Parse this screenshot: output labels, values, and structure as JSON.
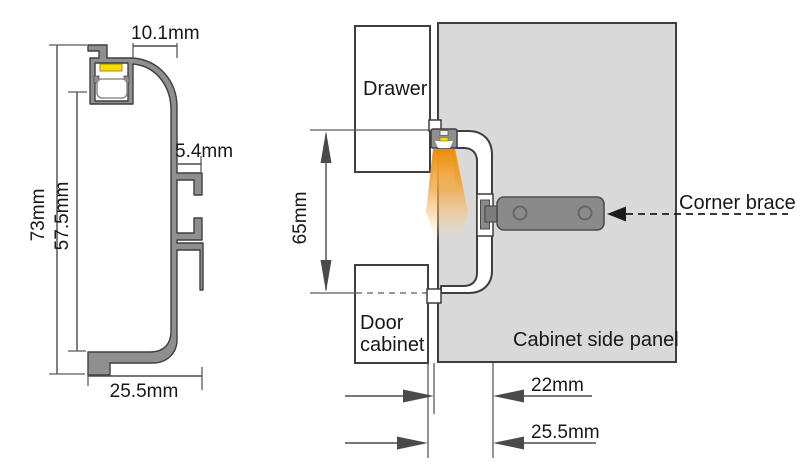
{
  "left_view": {
    "dim_top_width": "10.1mm",
    "dim_clip_depth": "5.4mm",
    "dim_total_height": "73mm",
    "dim_inner_height": "57.5mm",
    "dim_bottom_depth": "25.5mm"
  },
  "right_view": {
    "label_drawer": "Drawer",
    "label_door_line1": "Door",
    "label_door_line2": "cabinet",
    "label_panel": "Cabinet side panel",
    "label_brace": "Corner brace",
    "dim_height": "65mm",
    "dim_recess_depth": "22mm",
    "dim_total_depth": "25.5mm"
  },
  "colors": {
    "profile_gray": "#8F8F8F",
    "outline_dark": "#3F3F3F",
    "panel_gray": "#D9D9D9",
    "brace_gray": "#8A8A8A",
    "led_yellow": "#F6DE00",
    "glow_orange": "#EE8C04"
  }
}
